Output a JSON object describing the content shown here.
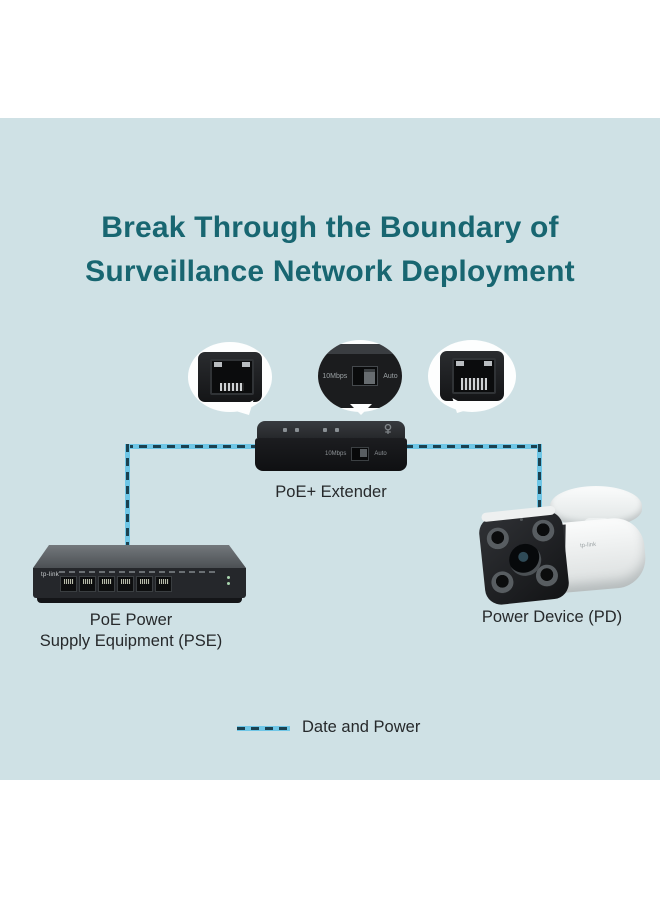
{
  "poster": {
    "title_line1": "Break Through the Boundary of",
    "title_line2": "Surveillance Network Deployment"
  },
  "extender": {
    "label": "PoE+ Extender",
    "front": {
      "speed": "10Mbps",
      "mode": "Auto"
    }
  },
  "callouts": {
    "detail": {
      "speed": "10Mbps",
      "mode": "Auto"
    }
  },
  "pse": {
    "label_line1": "PoE Power",
    "label_line2": "Supply Equipment (PSE)",
    "brand": "tp-link"
  },
  "pd": {
    "label": "Power Device (PD)",
    "brand": "tp-link"
  },
  "legend": {
    "label": "Date and Power"
  },
  "colors": {
    "background_panel": "#cfe1e5",
    "title": "#186671",
    "line_base": "#6fc6e6",
    "line_dash": "#1b4150",
    "label_text": "#26292b"
  }
}
